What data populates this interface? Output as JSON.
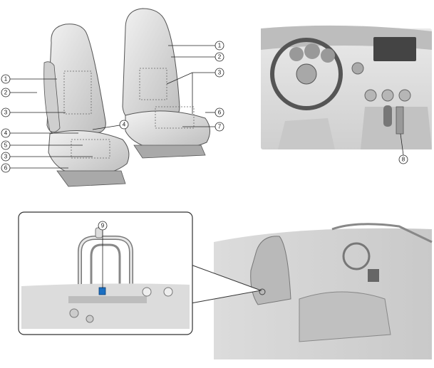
{
  "callouts": {
    "left_seat": [
      "1",
      "2",
      "3",
      "4",
      "5",
      "3",
      "6"
    ],
    "right_seat": [
      "1",
      "2",
      "3",
      "6",
      "7"
    ],
    "seat_mid": "4",
    "dashboard": "8",
    "rollbar": "9"
  },
  "colors": {
    "line": "#222222",
    "seat_fill": "#e6e6e6",
    "seat_dark": "#c4c4c4",
    "photo_bg": "#d8d8d8",
    "highlight": "#1b6fc2"
  }
}
